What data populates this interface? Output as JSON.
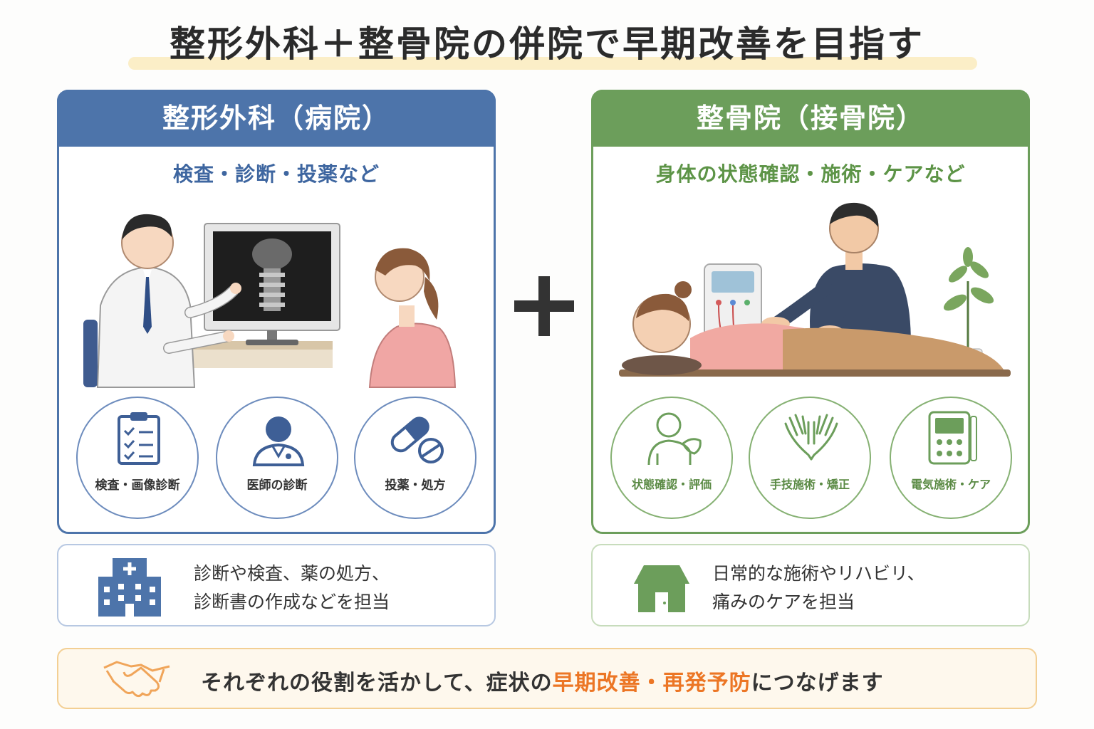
{
  "title": "整形外科＋整骨院の併院で早期改善を目指す",
  "left": {
    "header": "整形外科（病院）",
    "subtitle": "検査・診断・投薬など",
    "circles": [
      {
        "label": "検査・画像診断",
        "icon": "clipboard-checklist-icon"
      },
      {
        "label": "医師の診断",
        "icon": "doctor-icon"
      },
      {
        "label": "投薬・処方",
        "icon": "pills-icon"
      }
    ],
    "note_line1": "診断や検査、薬の処方、",
    "note_line2": "診断書の作成などを担当",
    "note_icon": "hospital-icon",
    "color": "#4d74aa"
  },
  "right": {
    "header": "整骨院（接骨院）",
    "subtitle": "身体の状態確認・施術・ケアなど",
    "circles": [
      {
        "label": "状態確認・評価",
        "icon": "shoulder-check-icon"
      },
      {
        "label": "手技施術・矯正",
        "icon": "hands-icon"
      },
      {
        "label": "電気施術・ケア",
        "icon": "electro-device-icon"
      }
    ],
    "note_line1": "日常的な施術やリハビリ、",
    "note_line2": "痛みのケアを担当",
    "note_icon": "house-icon",
    "color": "#6c9e5b"
  },
  "bottom": {
    "pre": "それぞれの役割を活かして、症状の",
    "highlight": "早期改善・再発予防",
    "post": "につなげます",
    "icon": "handshake-icon",
    "highlight_color": "#ec7625"
  }
}
